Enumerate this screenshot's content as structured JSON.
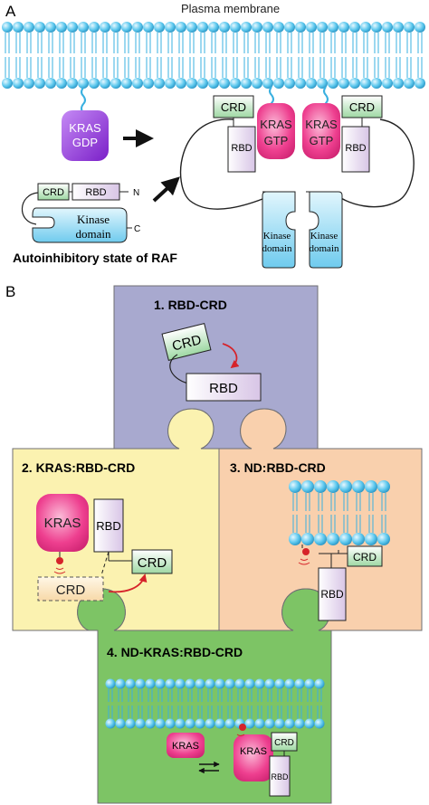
{
  "panel_a": {
    "letter": "A",
    "membrane_label": "Plasma membrane",
    "kras_gdp": [
      "KRAS",
      "GDP"
    ],
    "kras_gtp": [
      "KRAS",
      "GTP"
    ],
    "crd": "CRD",
    "rbd": "RBD",
    "kinase_split": [
      "Kinase",
      "domain"
    ],
    "n_terminus": "N",
    "c_terminus": "C",
    "autoinhibitory_caption": "Autoinhibitory state of RAF"
  },
  "panel_b": {
    "letter": "B",
    "piece1_title": "1.  RBD-CRD",
    "piece2_title": "2.  KRAS:RBD-CRD",
    "piece3_title": "3.  ND:RBD-CRD",
    "piece4_title": "4.  ND-KRAS:RBD-CRD",
    "kras": "KRAS",
    "crd": "CRD",
    "rbd": "RBD"
  },
  "colors": {
    "membrane_head": "#5dc8ee",
    "kras_gdp": "#9b3fe0",
    "kras_gtp": "#ee3f8f",
    "crd_fill": "#c7eacb",
    "rbd_fill": "#eee4f4",
    "kinase_fill": "#a9dff2",
    "piece1_bg": "#a8a9cf",
    "piece2_bg": "#fbf2b0",
    "piece3_bg": "#f9d0ad",
    "piece4_bg": "#7dc465",
    "red_arrow": "#d6232a"
  }
}
